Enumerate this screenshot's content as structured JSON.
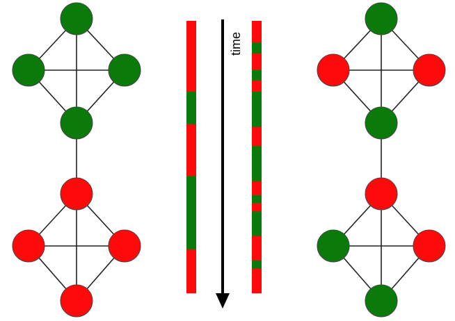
{
  "time_label": "time",
  "colors": {
    "green": "#0a7a0a",
    "red": "#ff0a0a",
    "edge": "#222222",
    "node_stroke": "#444444",
    "arrow": "#000000"
  },
  "graphs": [
    {
      "name": "left-graph",
      "nodes": [
        "green",
        "green",
        "green",
        "green",
        "red",
        "red",
        "red",
        "red"
      ]
    },
    {
      "name": "right-graph",
      "nodes": [
        "green",
        "red",
        "red",
        "green",
        "red",
        "green",
        "red",
        "green"
      ]
    }
  ],
  "bars": [
    {
      "name": "left-bar",
      "segments": [
        {
          "color": "red",
          "length": 0.26
        },
        {
          "color": "green",
          "length": 0.12
        },
        {
          "color": "red",
          "length": 0.19
        },
        {
          "color": "green",
          "length": 0.27
        },
        {
          "color": "red",
          "length": 0.16
        }
      ]
    },
    {
      "name": "right-bar",
      "segments": [
        {
          "color": "red",
          "length": 0.08
        },
        {
          "color": "green",
          "length": 0.04
        },
        {
          "color": "red",
          "length": 0.06
        },
        {
          "color": "green",
          "length": 0.04
        },
        {
          "color": "red",
          "length": 0.04
        },
        {
          "color": "green",
          "length": 0.13
        },
        {
          "color": "red",
          "length": 0.07
        },
        {
          "color": "green",
          "length": 0.13
        },
        {
          "color": "red",
          "length": 0.05
        },
        {
          "color": "green",
          "length": 0.03
        },
        {
          "color": "red",
          "length": 0.03
        },
        {
          "color": "green",
          "length": 0.09
        },
        {
          "color": "red",
          "length": 0.09
        },
        {
          "color": "green",
          "length": 0.03
        },
        {
          "color": "red",
          "length": 0.09
        }
      ]
    }
  ]
}
